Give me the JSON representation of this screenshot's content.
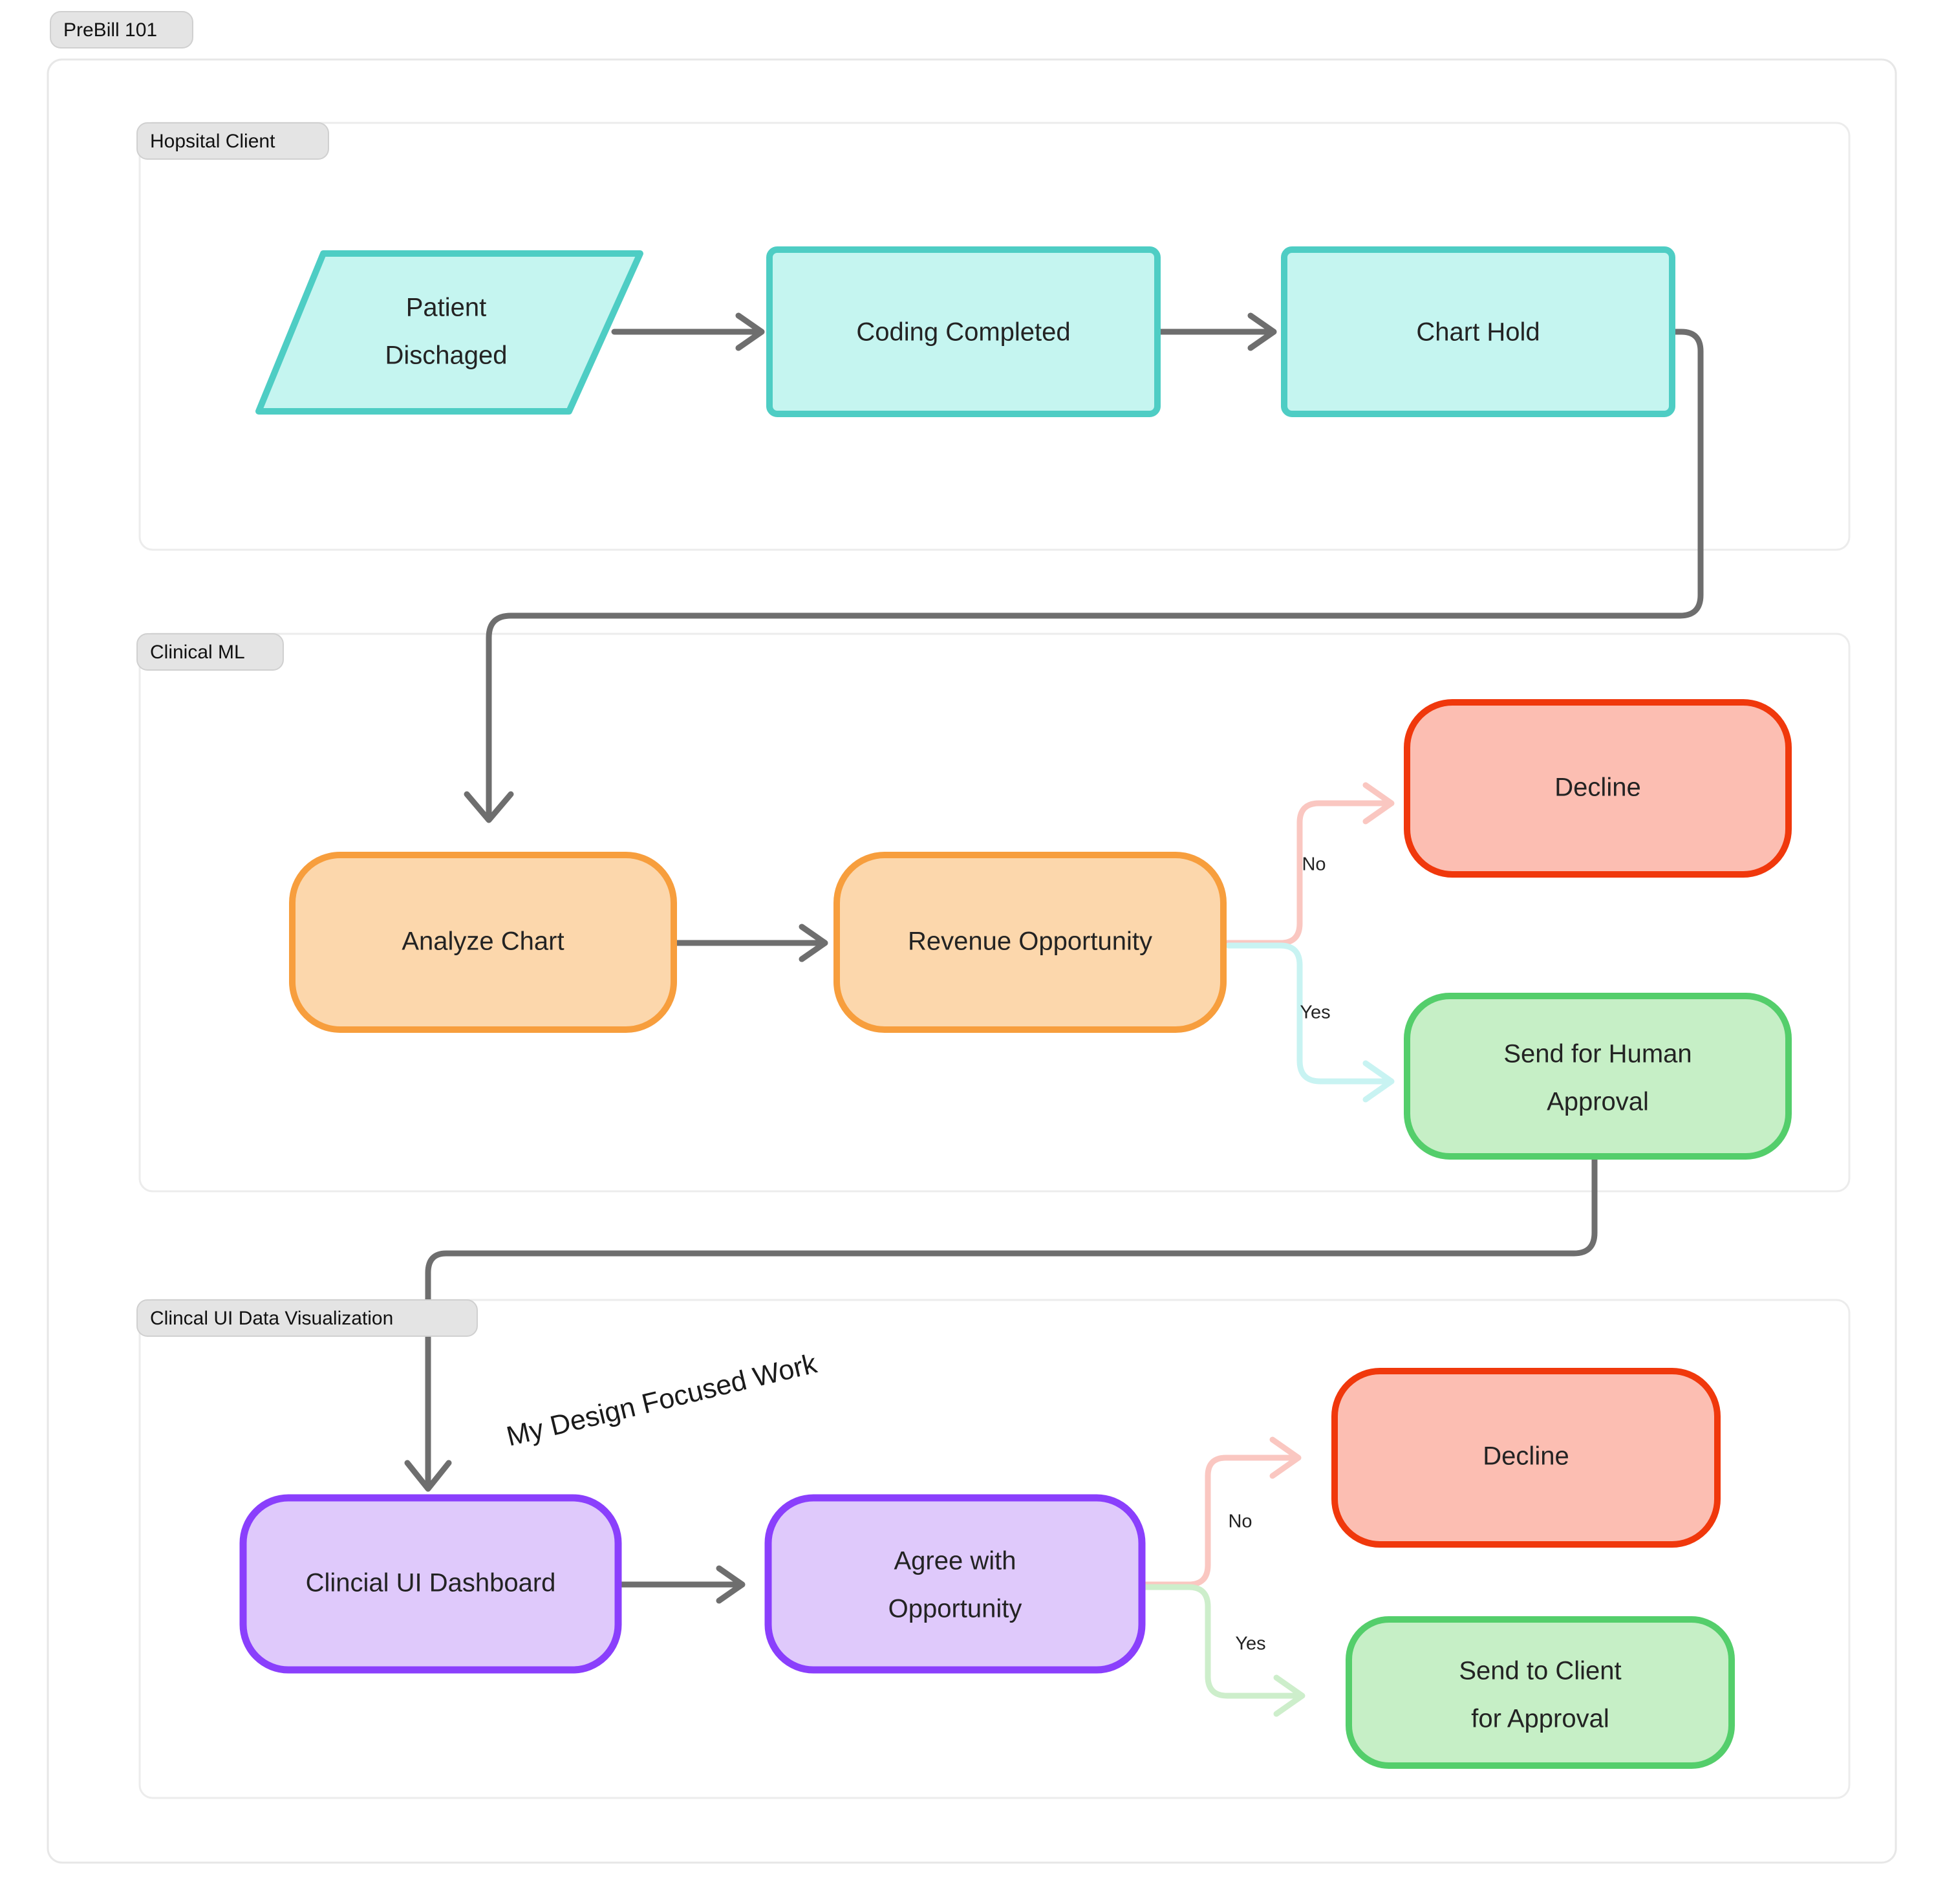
{
  "diagram": {
    "title": "PreBill 101",
    "annotation": "My Design Focused Work",
    "groups": [
      {
        "id": "hospital-client",
        "label": "Hopsital Client"
      },
      {
        "id": "clinical-ml",
        "label": "Clinical ML"
      },
      {
        "id": "clinical-ui",
        "label": "Clincal UI Data Visualization"
      }
    ],
    "nodes": {
      "patient_discharged": "Patient Dischaged",
      "coding_completed": "Coding Completed",
      "chart_hold": "Chart Hold",
      "analyze_chart": "Analyze Chart",
      "revenue_opportunity": "Revenue Opportunity",
      "decline_ml": "Decline",
      "send_human_approval_1": "Send for Human",
      "send_human_approval_2": "Approval",
      "clincial_ui_dashboard": "Clincial UI Dashboard",
      "agree_with_opportunity_1": "Agree with",
      "agree_with_opportunity_2": "Opportunity",
      "decline_ui": "Decline",
      "send_to_client_1": "Send to Client",
      "send_to_client_2": "for Approval",
      "patient_discharged_line1": "Patient",
      "patient_discharged_line2": "Dischaged"
    },
    "edge_labels": {
      "ml_no": "No",
      "ml_yes": "Yes",
      "ui_no": "No",
      "ui_yes": "Yes"
    },
    "colors": {
      "teal_fill": "#C5F5F0",
      "teal_stroke": "#4ECDC4",
      "orange_fill": "#FCD7AC",
      "orange_stroke": "#F79E3D",
      "red_fill": "#FCBEB2",
      "red_stroke": "#F0380C",
      "green_fill": "#C6EFC6",
      "green_stroke": "#54CE6B",
      "purple_fill": "#DFC9FB",
      "purple_stroke": "#8A3FFC",
      "connector": "#6E6E6E",
      "branch_no": "#FAC7C1",
      "branch_yes_ml": "#C8F3F2",
      "branch_yes_ui": "#CDEECB",
      "group_pill": "#E4E4E4",
      "frame": "#E7E7E7",
      "text": "#232323"
    }
  }
}
